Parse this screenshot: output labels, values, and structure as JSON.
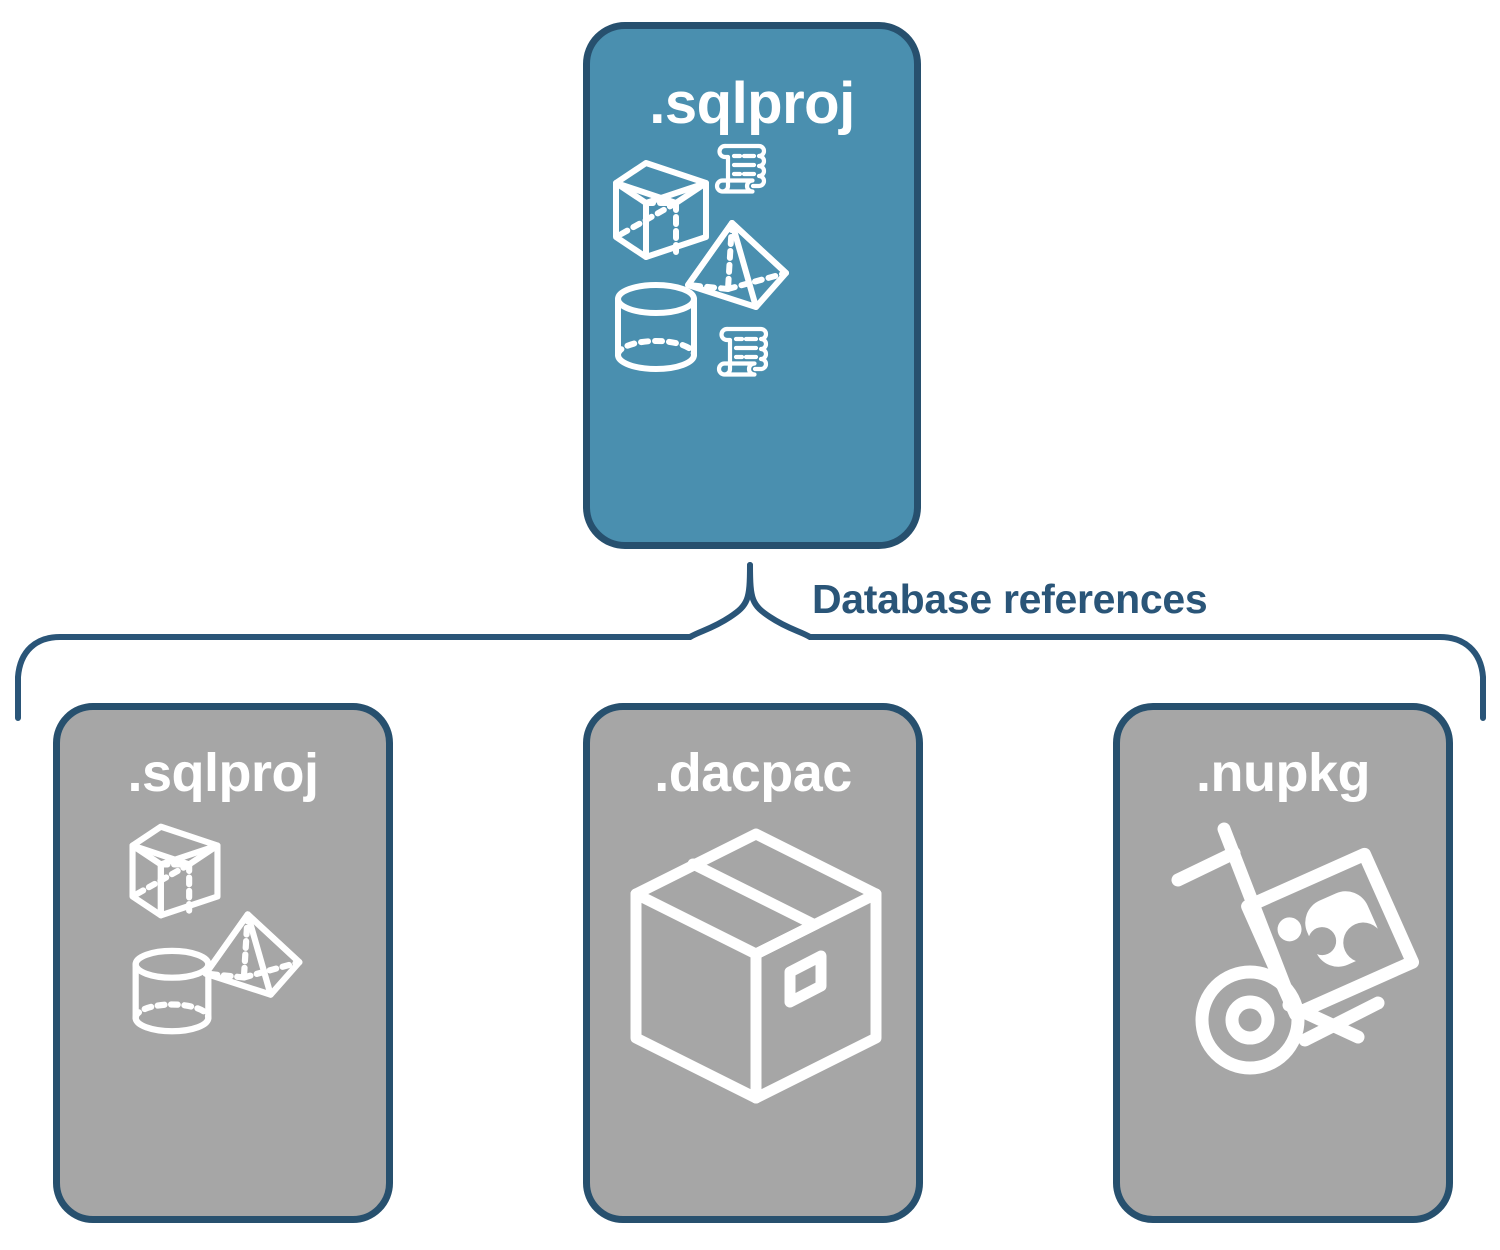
{
  "diagram": {
    "title_text": "Database references",
    "root": {
      "label": ".sqlproj",
      "fill_color": "#4A8FAF",
      "border_color": "#27506E",
      "text_color": "#FFFFFF",
      "icons": [
        "cube-wireframe-icon",
        "pyramid-wireframe-icon",
        "cylinder-wireframe-icon",
        "scroll-icon",
        "scroll-icon"
      ]
    },
    "connector": {
      "label": "Database references",
      "color": "#2A5578",
      "style": "curly-brace"
    },
    "references": [
      {
        "label": ".sqlproj",
        "fill_color": "#A6A6A6",
        "border_color": "#27506E",
        "text_color": "#FFFFFF",
        "icons": [
          "cube-wireframe-icon",
          "pyramid-wireframe-icon",
          "cylinder-wireframe-icon"
        ]
      },
      {
        "label": ".dacpac",
        "fill_color": "#A6A6A6",
        "border_color": "#27506E",
        "text_color": "#FFFFFF",
        "icons": [
          "package-box-icon"
        ]
      },
      {
        "label": ".nupkg",
        "fill_color": "#A6A6A6",
        "border_color": "#27506E",
        "text_color": "#FFFFFF",
        "icons": [
          "hand-truck-nuget-icon"
        ]
      }
    ]
  }
}
